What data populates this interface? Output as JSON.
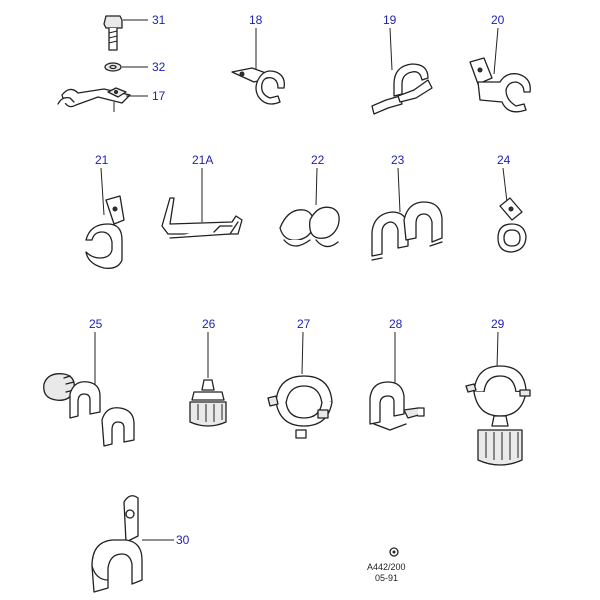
{
  "callouts": {
    "c31": "31",
    "c32": "32",
    "c17": "17",
    "c18": "18",
    "c19": "19",
    "c20": "20",
    "c21": "21",
    "c21a": "21A",
    "c22": "22",
    "c23": "23",
    "c24": "24",
    "c25": "25",
    "c26": "26",
    "c27": "27",
    "c28": "28",
    "c29": "29",
    "c30": "30"
  },
  "stamp": {
    "ref": "A442/200",
    "date": "05-91"
  },
  "colors": {
    "callout": "#1f1fb0",
    "line": "#222222",
    "background": "#ffffff"
  }
}
